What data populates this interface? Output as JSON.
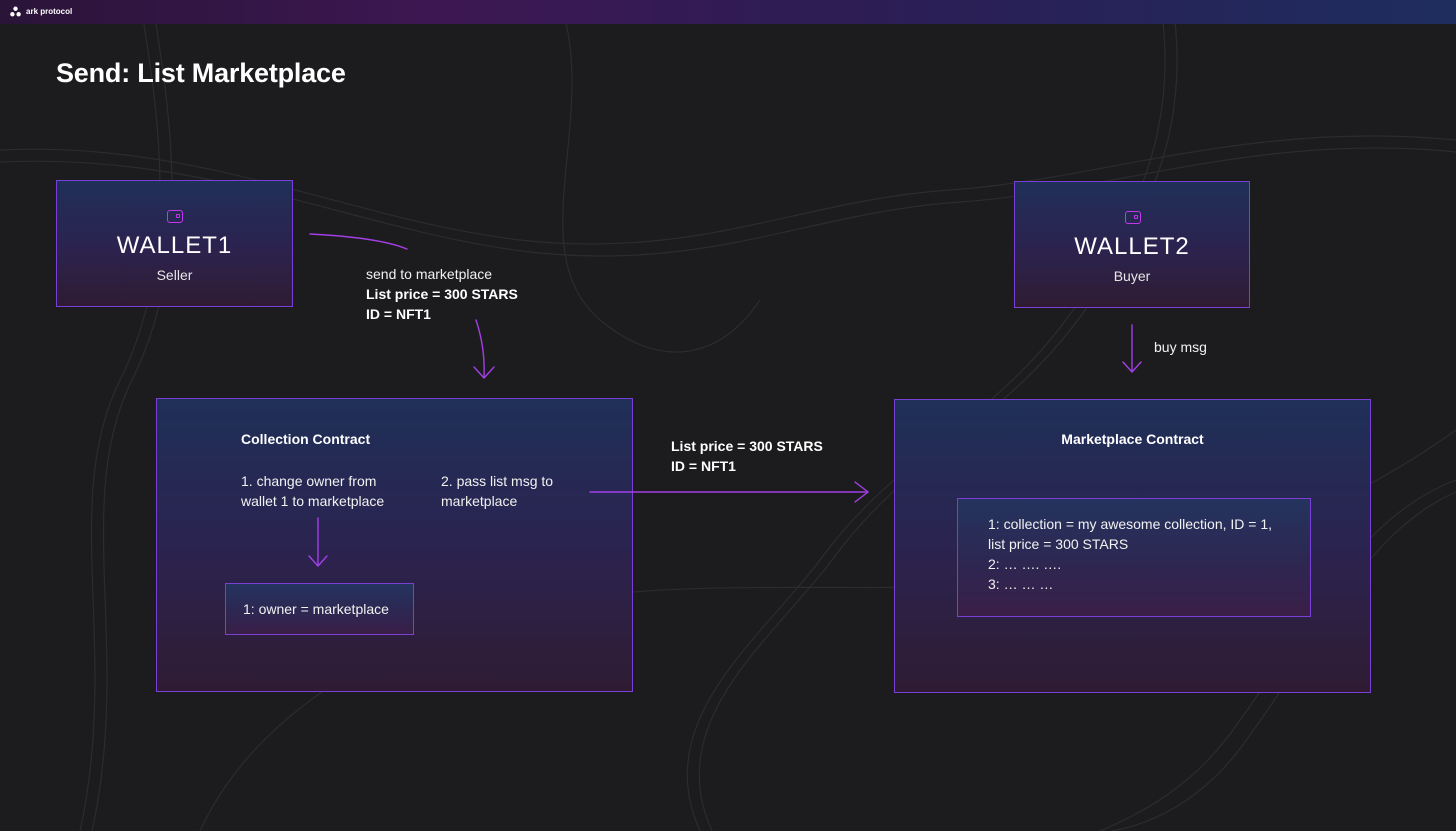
{
  "brand": {
    "name": "ark protocol"
  },
  "title": "Send: List Marketplace",
  "wallet1": {
    "name": "WALLET1",
    "role": "Seller",
    "icon": "wallet-icon"
  },
  "wallet2": {
    "name": "WALLET2",
    "role": "Buyer",
    "icon": "wallet-icon"
  },
  "send_message": {
    "line1": "send to marketplace",
    "line2": "List price = 300 STARS",
    "line3": "ID = NFT1"
  },
  "buy_message": "buy msg",
  "collection_contract": {
    "title": "Collection Contract",
    "step1_line1": "1. change owner from",
    "step1_line2": "wallet 1 to marketplace",
    "step2_line1": "2. pass list msg to",
    "step2_line2": "marketplace",
    "state": "1: owner = marketplace"
  },
  "list_message": {
    "line1": "List price = 300 STARS",
    "line2": "ID = NFT1"
  },
  "marketplace_contract": {
    "title": "Marketplace Contract",
    "entries": [
      "1: collection = my awesome collection, ID = 1,",
      "list price = 300 STARS",
      "2: … …. ….",
      "3: … … …"
    ]
  },
  "colors": {
    "accent": "#7a3fd6",
    "icon": "#c238e8",
    "background": "#1c1c1e"
  }
}
